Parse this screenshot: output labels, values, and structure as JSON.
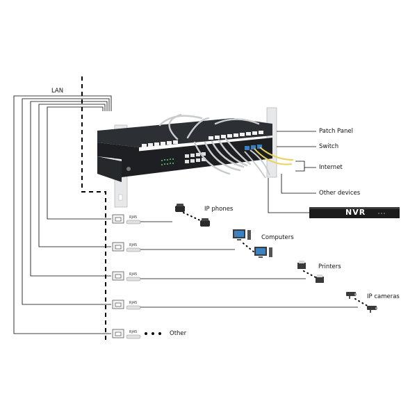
{
  "labels": {
    "lan": "LAN",
    "patch_panel": "Patch Panel",
    "switch": "Switch",
    "internet": "Internet",
    "other_devices": "Other devices",
    "nvr": "NVR",
    "ip_phones": "IP phones",
    "computers": "Computers",
    "printers": "Printers",
    "ip_cameras": "IP cameras",
    "other": "Other"
  },
  "outlet_label": "RJ45",
  "outlets": [
    {
      "id": "phones",
      "label": "RJ45"
    },
    {
      "id": "computers",
      "label": "RJ45"
    },
    {
      "id": "printers",
      "label": "RJ45"
    },
    {
      "id": "cameras",
      "label": "RJ45"
    },
    {
      "id": "other",
      "label": "RJ45"
    }
  ],
  "colors": {
    "rack": "#1d1f22",
    "rack_mid": "#2c2f33",
    "post": "#e6e8ea",
    "cable_grey": "#c9ccce",
    "cable_yellow": "#e9d35a",
    "cable_blue": "#2f6fb3",
    "port_blue": "#3a7fc0",
    "nvr": "#1b1b1b"
  }
}
